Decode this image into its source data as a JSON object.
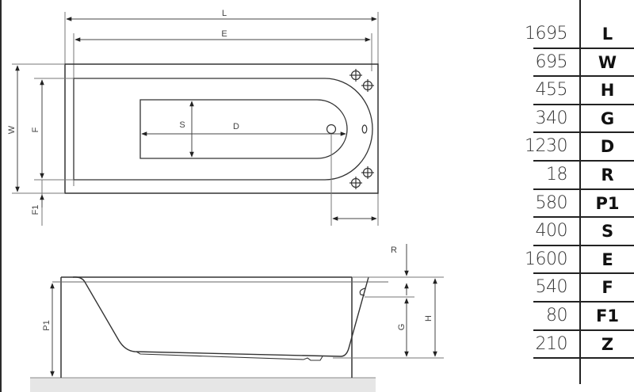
{
  "diagram": {
    "top_view": {
      "labels": {
        "L": "L",
        "E": "E",
        "W": "W",
        "F": "F",
        "F1": "F1",
        "S": "S",
        "D": "D",
        "overflow": "0"
      }
    },
    "side_view": {
      "labels": {
        "R": "R",
        "G": "G",
        "H": "H",
        "P1": "P1"
      }
    }
  },
  "dimensions_table": {
    "rows": [
      {
        "value": "1695",
        "code": "L"
      },
      {
        "value": "695",
        "code": "W"
      },
      {
        "value": "455",
        "code": "H"
      },
      {
        "value": "340",
        "code": "G"
      },
      {
        "value": "1230",
        "code": "D"
      },
      {
        "value": "18",
        "code": "R"
      },
      {
        "value": "580",
        "code": "P1"
      },
      {
        "value": "400",
        "code": "S"
      },
      {
        "value": "1600",
        "code": "E"
      },
      {
        "value": "540",
        "code": "F"
      },
      {
        "value": "80",
        "code": "F1"
      },
      {
        "value": "210",
        "code": "Z"
      }
    ]
  },
  "colors": {
    "line": "#333333",
    "dim_line": "#555555",
    "floor": "#e6e6e6"
  }
}
